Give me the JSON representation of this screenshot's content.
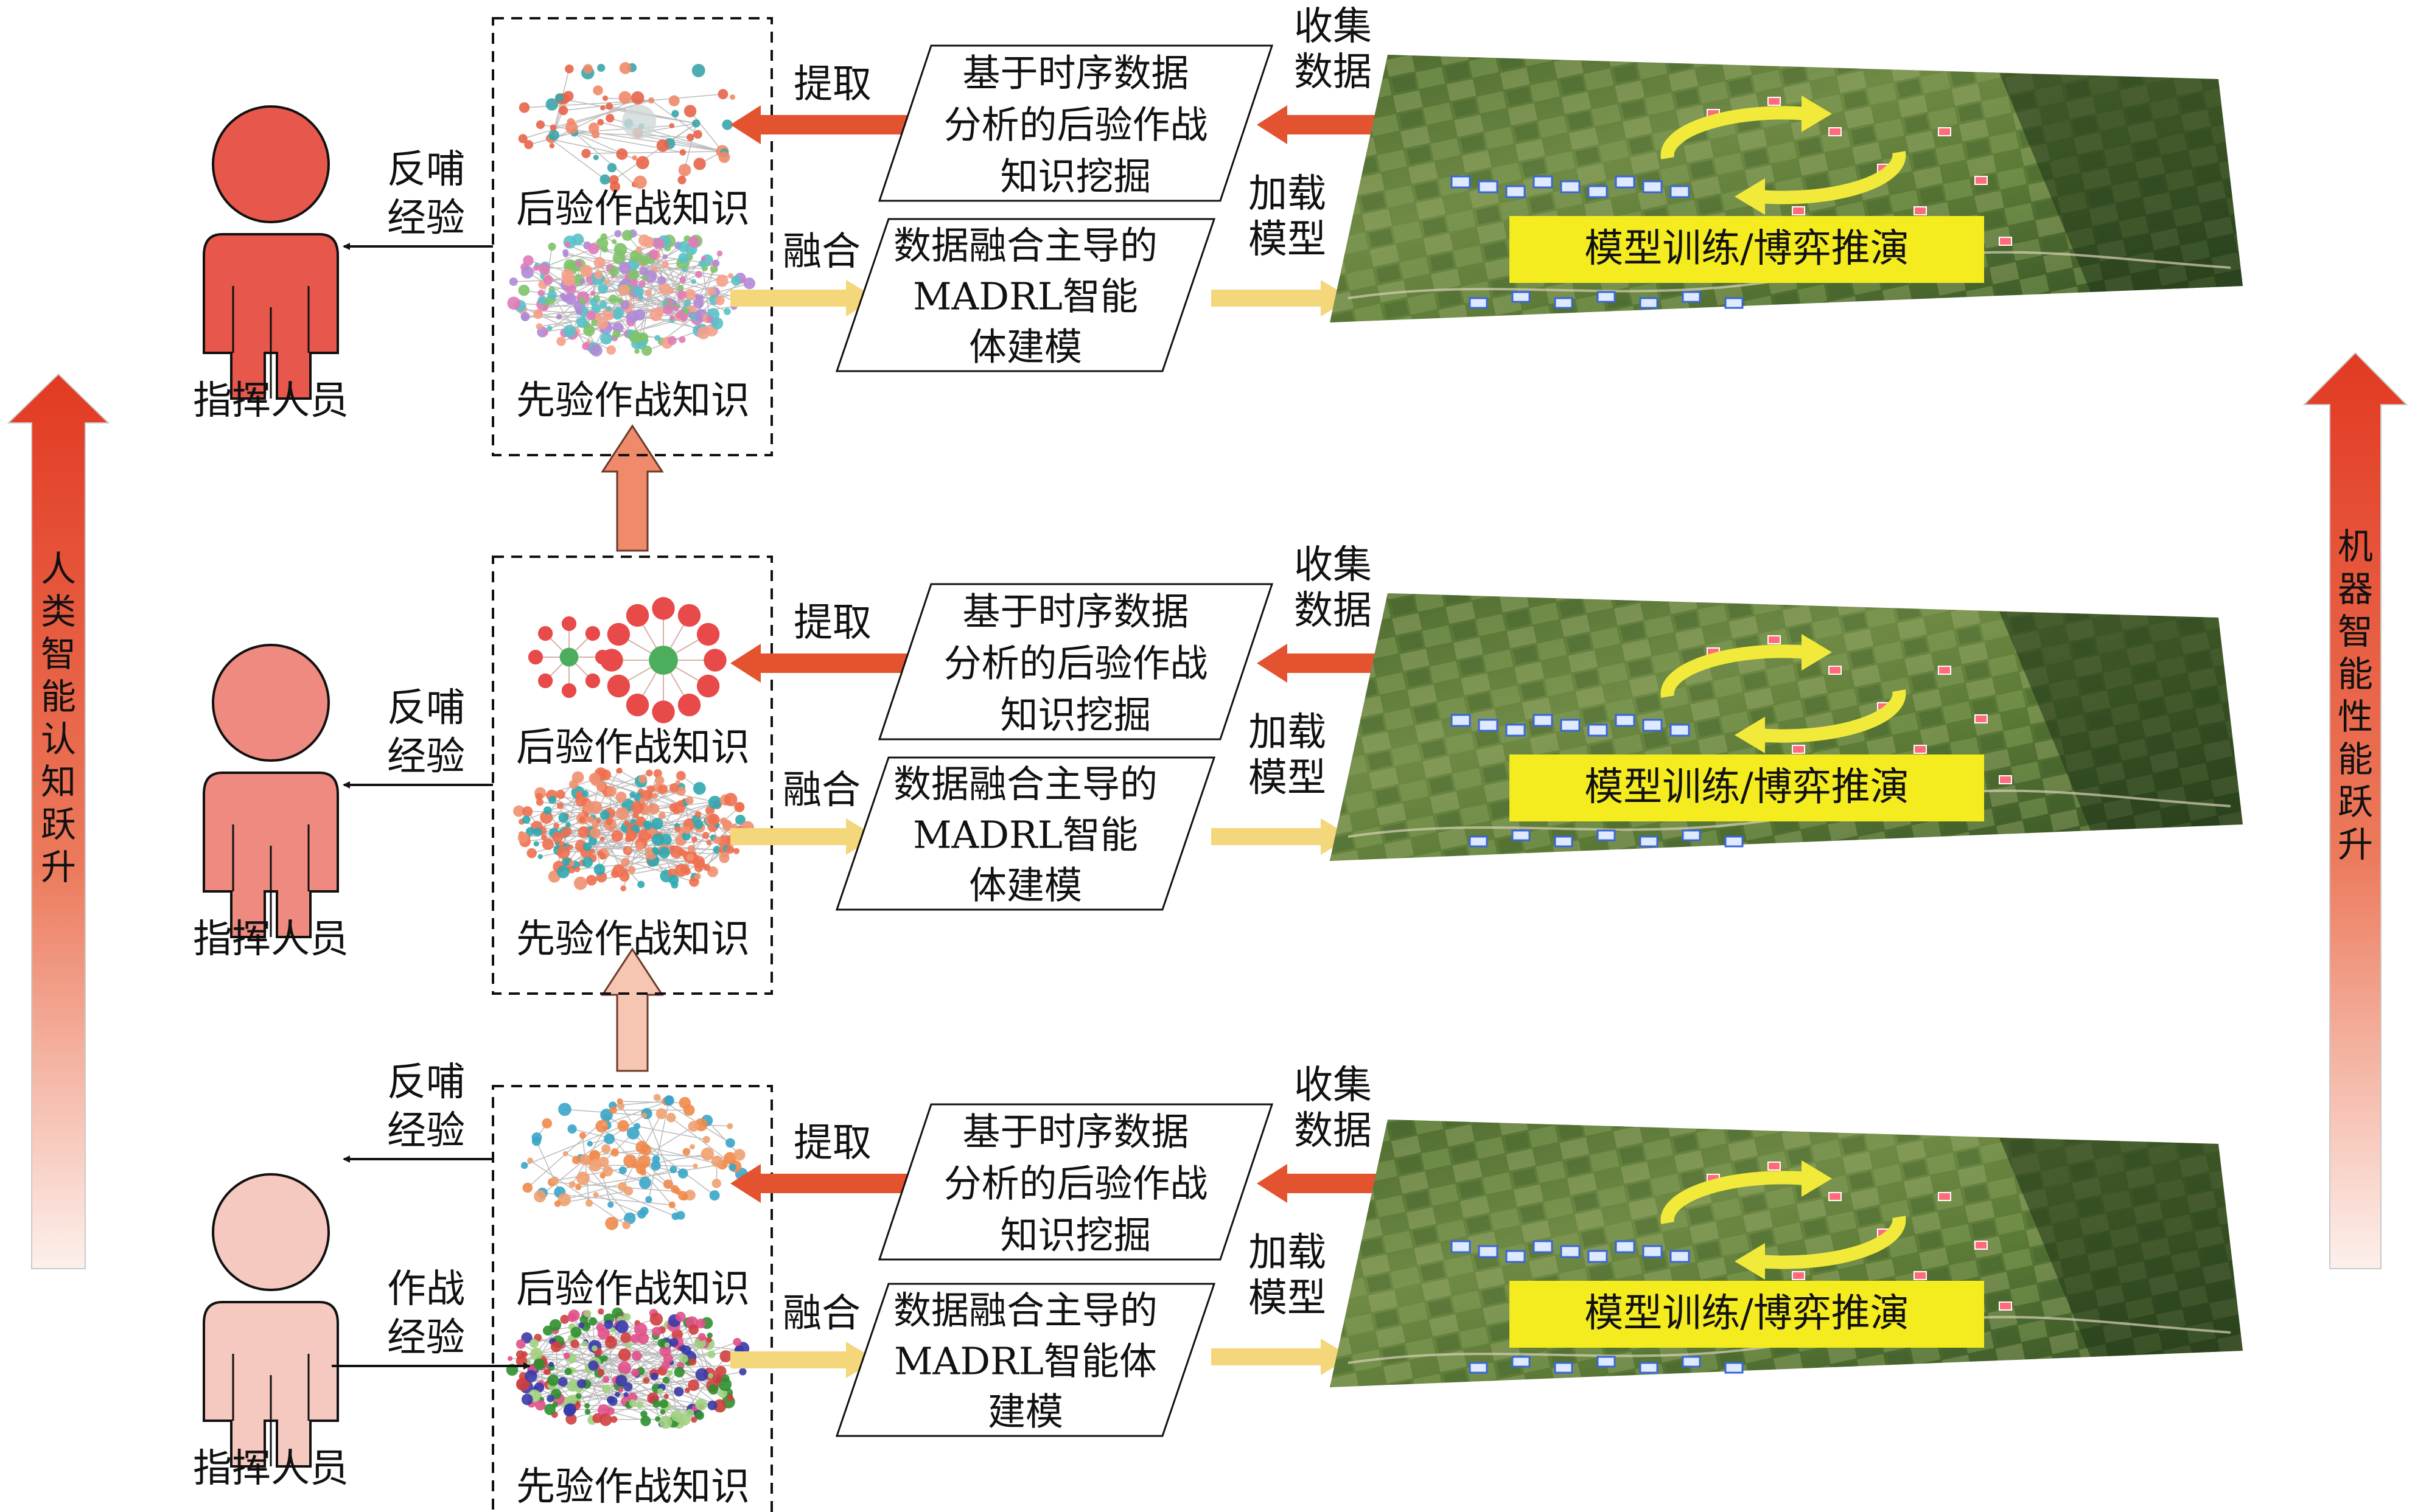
{
  "side_arrows": {
    "left_label": "人类智能认知跃升",
    "right_label": "机器智能性能跃升"
  },
  "tiers": [
    {
      "person_label": "指挥人员",
      "person_color": "#e8574c",
      "feedback_label": [
        "反哺",
        "经验"
      ],
      "post_knowledge_label": "后验作战知识",
      "prior_knowledge_label": "先验作战知识",
      "extract_label": "提取",
      "fuse_label": "融合",
      "mining_box": [
        "基于时序数据",
        "分析的后验作战",
        "知识挖掘"
      ],
      "modeling_box": [
        "数据融合主导的",
        "MADRL智能",
        "体建模"
      ],
      "collect_label": [
        "收集",
        "数据"
      ],
      "load_label": [
        "加载",
        "模型"
      ],
      "sim_label": "模型训练/博弈推演"
    },
    {
      "person_label": "指挥人员",
      "person_color": "#ef8a80",
      "feedback_label": [
        "反哺",
        "经验"
      ],
      "post_knowledge_label": "后验作战知识",
      "prior_knowledge_label": "先验作战知识",
      "extract_label": "提取",
      "fuse_label": "融合",
      "mining_box": [
        "基于时序数据",
        "分析的后验作战",
        "知识挖掘"
      ],
      "modeling_box": [
        "数据融合主导的",
        "MADRL智能",
        "体建模"
      ],
      "collect_label": [
        "收集",
        "数据"
      ],
      "load_label": [
        "加载",
        "模型"
      ],
      "sim_label": "模型训练/博弈推演"
    },
    {
      "person_label": "指挥人员",
      "person_color": "#f6c9c0",
      "feedback_label": [
        "反哺",
        "经验"
      ],
      "experience_label": [
        "作战",
        "经验"
      ],
      "post_knowledge_label": "后验作战知识",
      "prior_knowledge_label": "先验作战知识",
      "extract_label": "提取",
      "fuse_label": "融合",
      "mining_box": [
        "基于时序数据",
        "分析的后验作战",
        "知识挖掘"
      ],
      "modeling_box": [
        "数据融合主导的",
        "MADRL智能体",
        "建模"
      ],
      "collect_label": [
        "收集",
        "数据"
      ],
      "load_label": [
        "加载",
        "模型"
      ],
      "sim_label": "模型训练/博弈推演"
    }
  ],
  "colors": {
    "extract_arrow": "#e4532f",
    "fuse_arrow": "#f3d77a",
    "sim_label_bg": "#f5ec20",
    "cycle_arrow": "#f2ea3a",
    "up_arrow_top": "#ef8a6a",
    "up_arrow_bottom": "#f7c6b3"
  },
  "icons": {
    "person": "person-silhouette-icon",
    "cycle": "rotation-cycle-icon",
    "graph": "network-graph-icon",
    "terrain": "satellite-terrain-icon"
  }
}
